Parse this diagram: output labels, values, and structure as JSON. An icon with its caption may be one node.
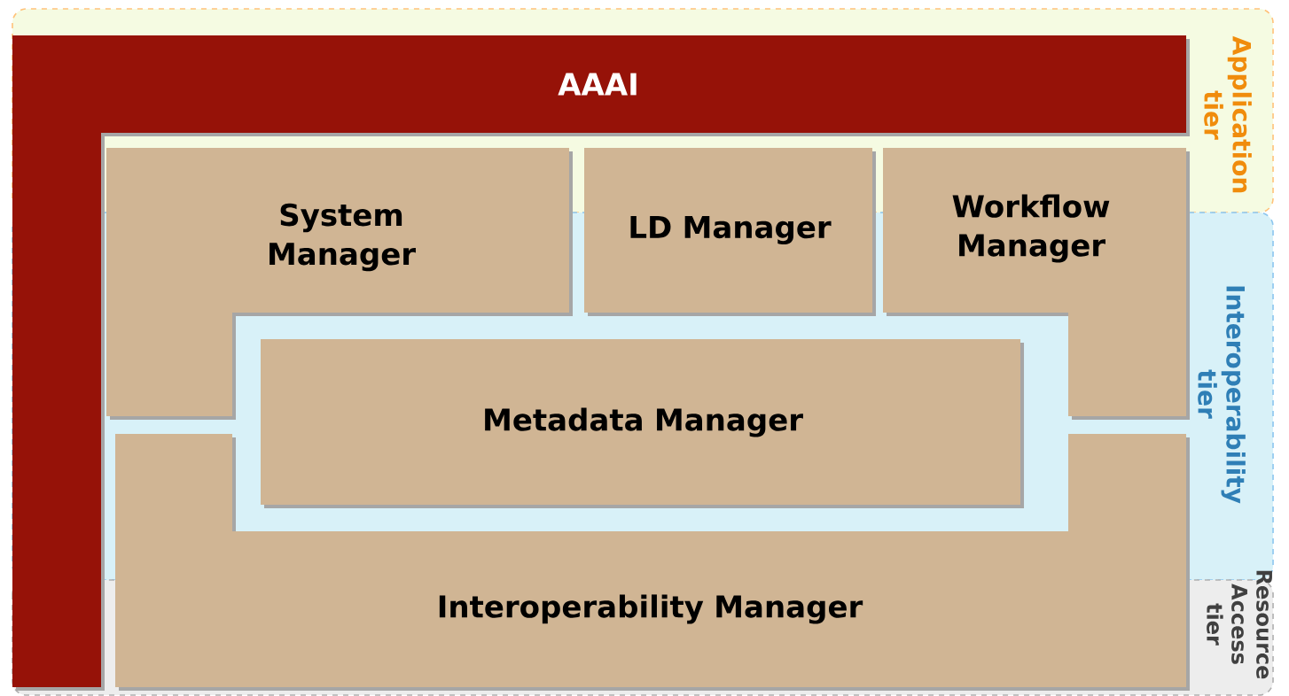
{
  "diagram": {
    "nodes": [
      {
        "text": [
          "Application tier"
        ]
      },
      {
        "text": [
          "Interoperability tier"
        ]
      },
      {
        "text": [
          "Resource Access tier"
        ]
      },
      {
        "text": [
          "AAAI"
        ]
      },
      {
        "text": [
          "System Manager"
        ]
      },
      {
        "text": [
          "LD Manager"
        ]
      },
      {
        "text": [
          "Workflow Manager"
        ]
      },
      {
        "text": [
          "Metadata Manager"
        ]
      },
      {
        "text": [
          "Interoperability Manager"
        ]
      }
    ]
  }
}
